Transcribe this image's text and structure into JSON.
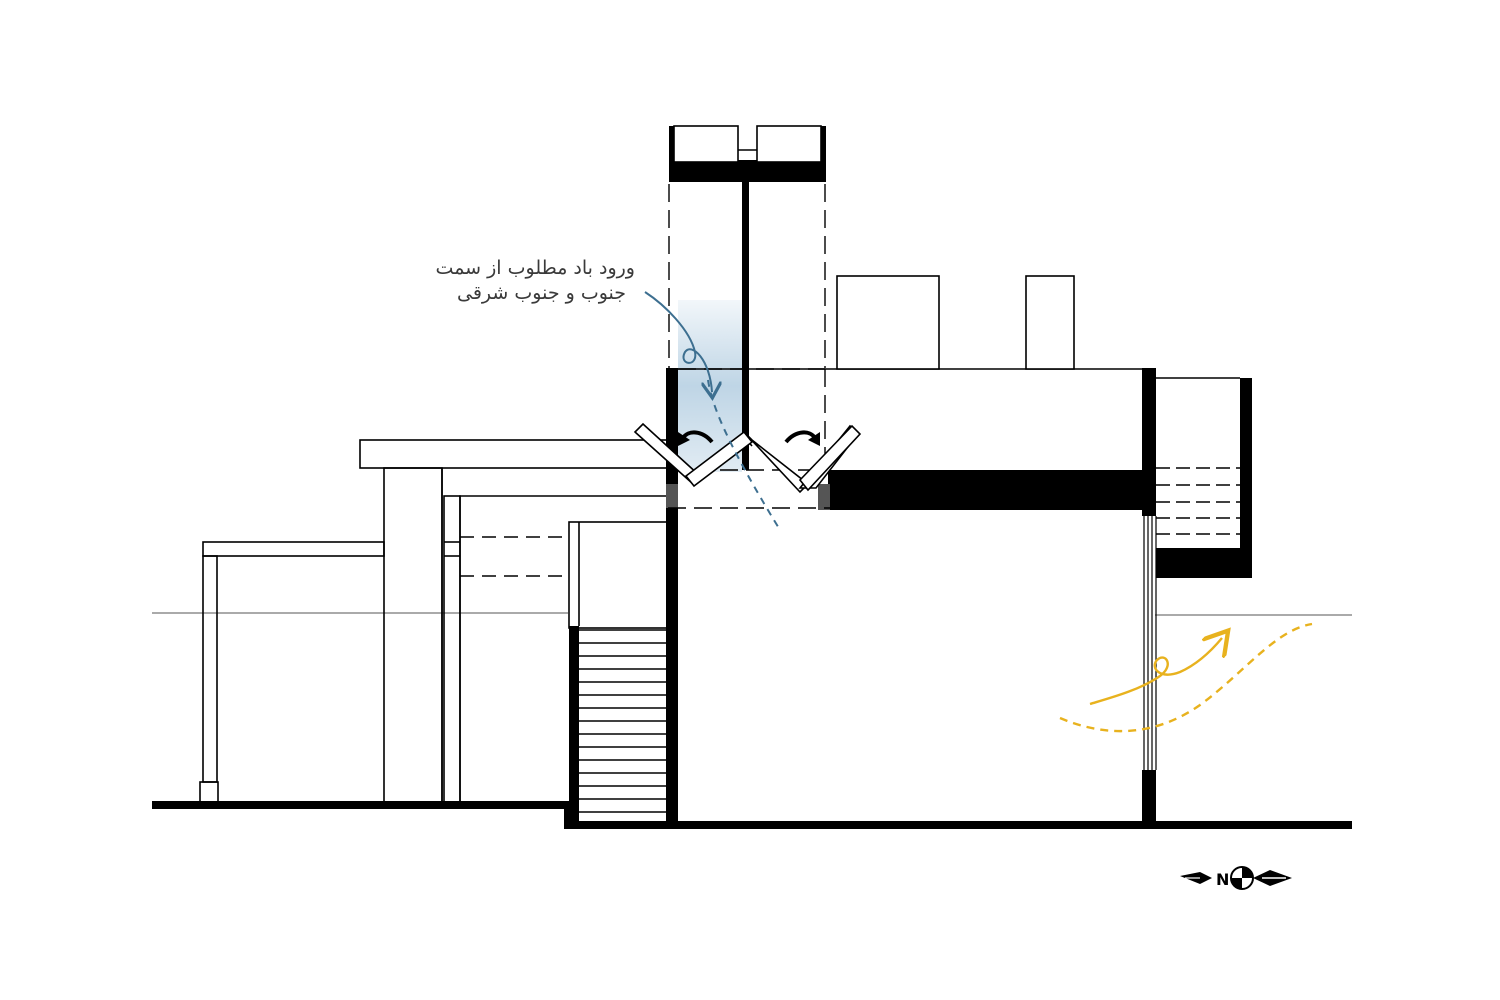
{
  "diagram": {
    "annotation": {
      "line1": "ورود باد مطلوب از سمت",
      "line2": "جنوب و جنوب شرقی"
    },
    "compass": {
      "letter": "N"
    },
    "colors": {
      "structure": "#000000",
      "background": "#ffffff",
      "wind_inflow": "#3d6f90",
      "wind_inflow_wash": "#a9c7dd",
      "wind_outflow": "#e8b21e",
      "ground_line": "#555555"
    },
    "icons": {
      "compass": "north-arrow-icon",
      "rotate_arrows": "rotate-arrow-icon"
    }
  }
}
